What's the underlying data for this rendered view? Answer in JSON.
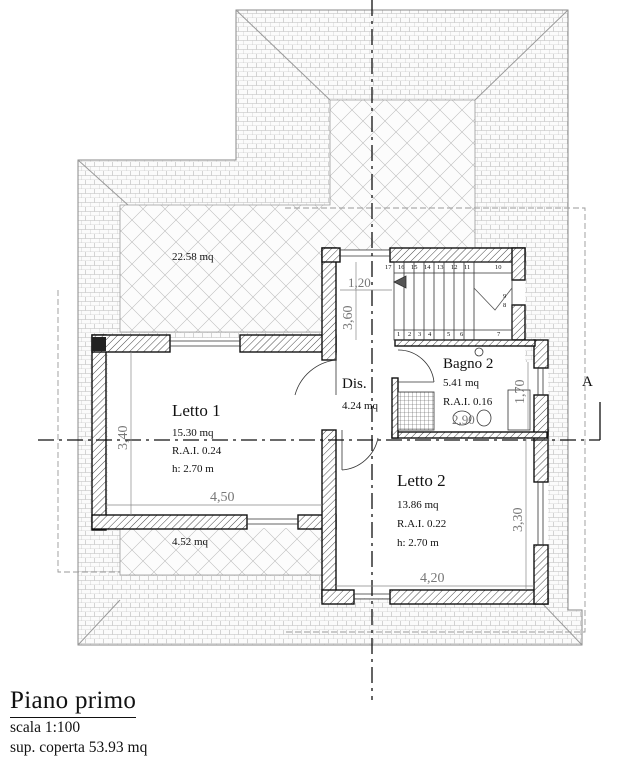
{
  "plan": {
    "section_marker": "A",
    "rooms": [
      {
        "name": "Letto 1",
        "area": "15.30 mq",
        "rai": "R.A.I. 0.24",
        "height": "h: 2.70 m"
      },
      {
        "name": "Letto 2",
        "area": "13.86 mq",
        "rai": "R.A.I. 0.22",
        "height": "h: 2.70 m"
      },
      {
        "name": "Bagno 2",
        "area": "5.41 mq",
        "rai": "R.A.I. 0.16"
      },
      {
        "name": "Dis.",
        "area": "4.24 mq"
      }
    ],
    "terraces": [
      "22.58 mq",
      "4.52 mq"
    ],
    "dimensions": [
      "1,20",
      "3,60",
      "3,40",
      "4,50",
      "4,20",
      "3,30",
      "1,70",
      "2,90"
    ],
    "stair_steps": [
      "17",
      "16",
      "15",
      "14",
      "13",
      "12",
      "11",
      "10",
      "9",
      "8",
      "1",
      "2",
      "3",
      "4",
      "5",
      "6",
      "7"
    ]
  },
  "footer": {
    "title": "Piano primo",
    "scale": "scala 1:100",
    "surface": "sup. coperta 53.93 mq"
  }
}
